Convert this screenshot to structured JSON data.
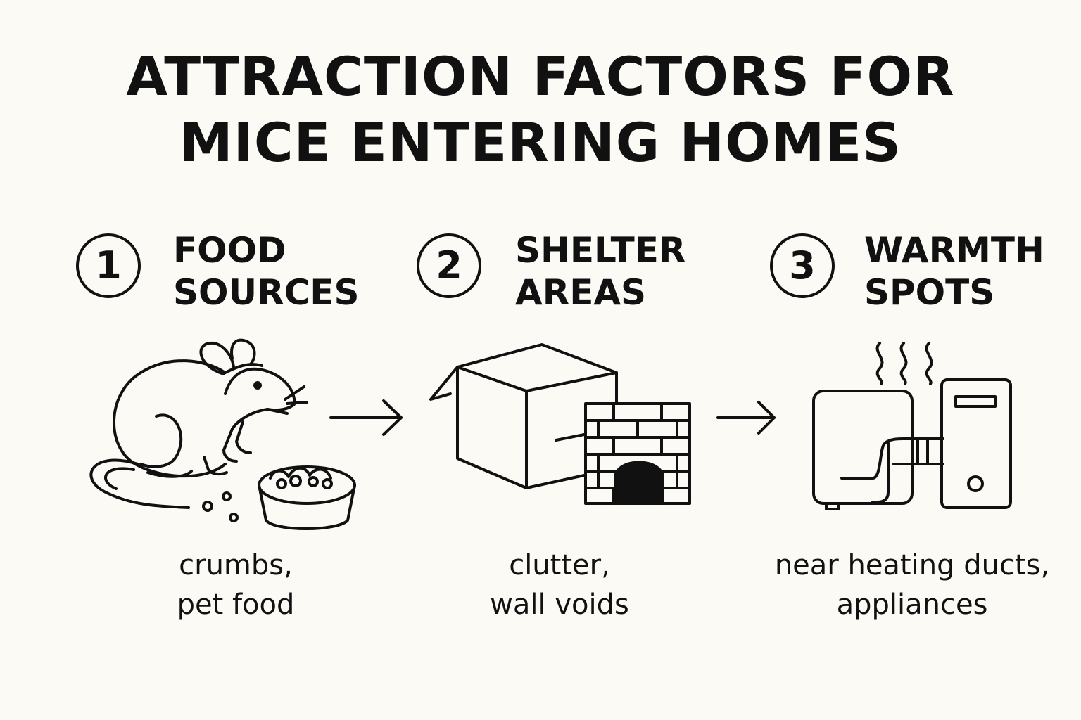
{
  "title": {
    "line1": "ATTRACTION FACTORS FOR",
    "line2": "MICE ENTERING HOMES"
  },
  "factors": [
    {
      "number": "1",
      "heading_line1": "FOOD",
      "heading_line2": "SOURCES",
      "caption_line1": "crumbs,",
      "caption_line2": "pet food",
      "icon": "mouse-eating-icon"
    },
    {
      "number": "2",
      "heading_line1": "SHELTER",
      "heading_line2": "AREAS",
      "caption_line1": "clutter,",
      "caption_line2": "wall voids",
      "icon": "box-and-brick-wall-icon"
    },
    {
      "number": "3",
      "heading_line1": "WARMTH",
      "heading_line2": "SPOTS",
      "caption_line1": "near heating ducts,",
      "caption_line2": "appliances",
      "icon": "heater-appliance-icon"
    }
  ],
  "colors": {
    "background": "#fbfaf5",
    "ink": "#111111"
  }
}
